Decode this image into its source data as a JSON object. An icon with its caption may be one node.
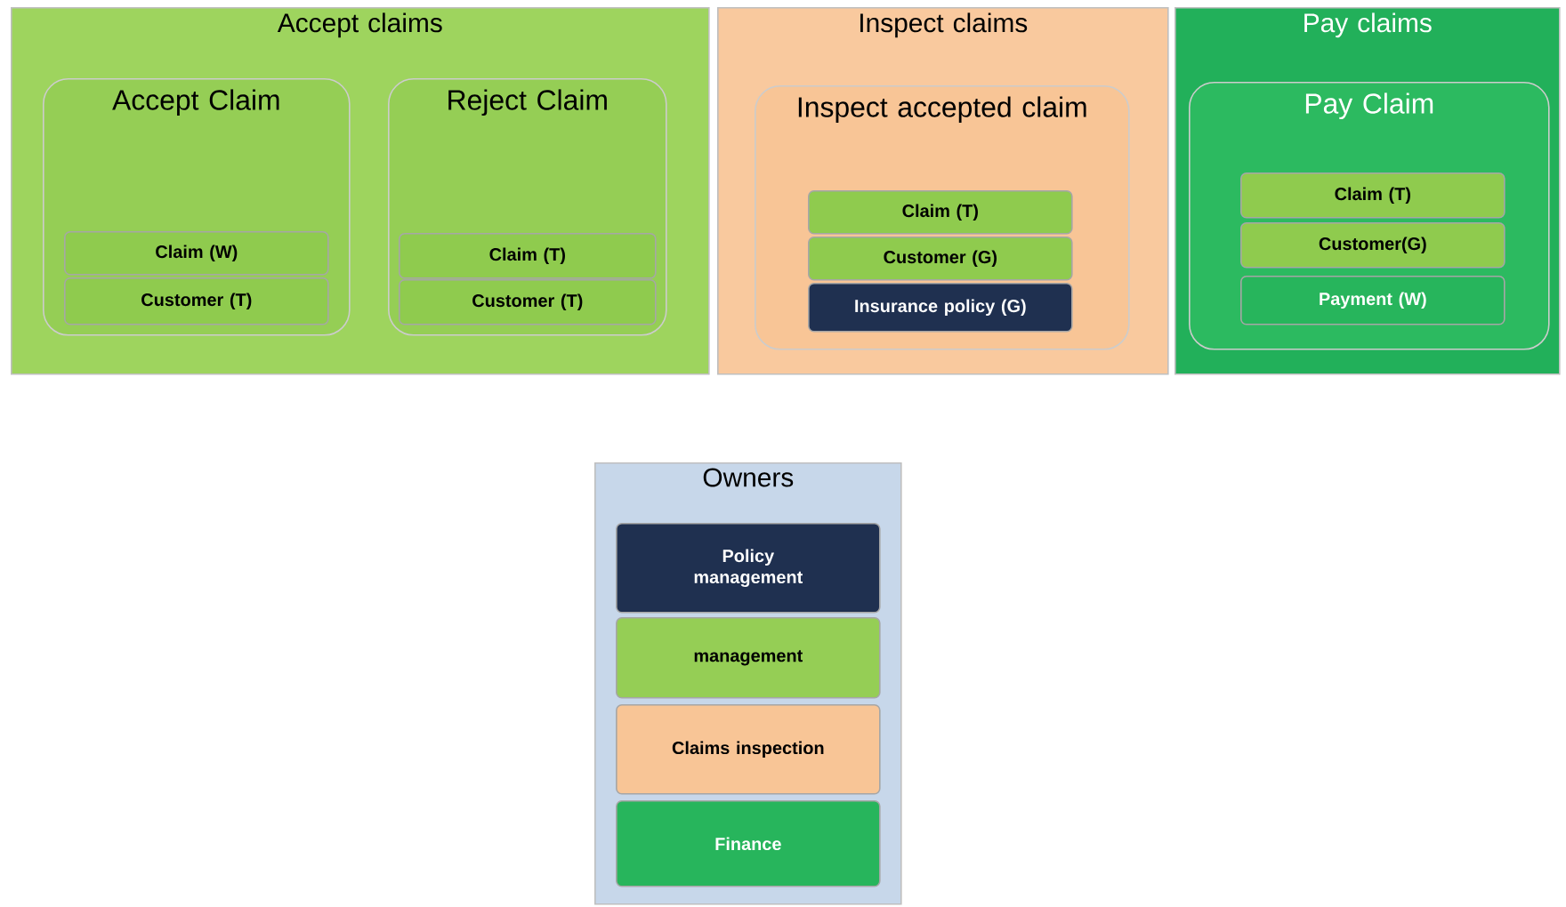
{
  "diagram": {
    "nodes": [
      {
        "text": [
          "Accept claims"
        ]
      },
      {
        "text": [
          "Accept Claim"
        ],
        "in": 0
      },
      {
        "text": [
          "Claim (W)"
        ],
        "in": 1
      },
      {
        "text": [
          "Customer (T)"
        ],
        "in": 1
      },
      {
        "text": [
          "Reject Claim"
        ],
        "in": 0
      },
      {
        "text": [
          "Claim (T)"
        ],
        "in": 4
      },
      {
        "text": [
          "Customer (T)"
        ],
        "in": 4
      },
      {
        "text": [
          "Inspect claims"
        ]
      },
      {
        "text": [
          "Inspect accepted claim"
        ],
        "in": 7
      },
      {
        "text": [
          "Claim (T)"
        ],
        "in": 8
      },
      {
        "text": [
          "Customer (G)"
        ],
        "in": 8
      },
      {
        "text": [
          "Insurance policy (G)"
        ],
        "in": 8
      },
      {
        "text": [
          "Pay claims"
        ]
      },
      {
        "text": [
          "Pay Claim"
        ],
        "in": 12
      },
      {
        "text": [
          "Claim (T)"
        ],
        "in": 13
      },
      {
        "text": [
          "Customer(G)"
        ],
        "in": 13
      },
      {
        "text": [
          "Payment (W)"
        ],
        "in": 13
      },
      {
        "text": [
          "Owners"
        ]
      },
      {
        "text": [
          "Policy management"
        ],
        "in": 17
      },
      {
        "text": [
          "management"
        ],
        "in": 17
      },
      {
        "text": [
          "Claims inspection"
        ],
        "in": 17
      },
      {
        "text": [
          "Finance"
        ],
        "in": 17
      }
    ]
  }
}
